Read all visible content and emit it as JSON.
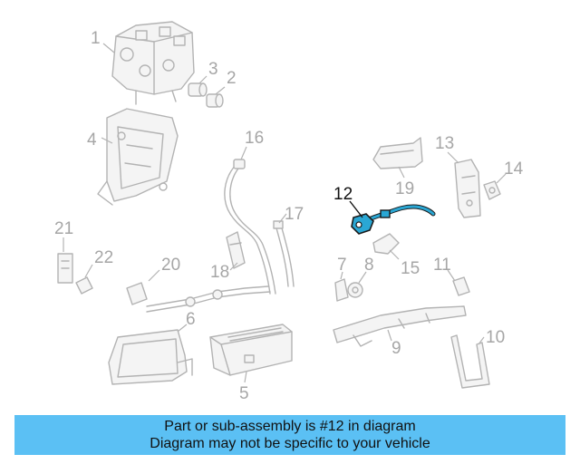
{
  "diagram": {
    "callouts": [
      "1",
      "2",
      "3",
      "4",
      "5",
      "6",
      "7",
      "8",
      "9",
      "10",
      "11",
      "12",
      "13",
      "14",
      "15",
      "16",
      "17",
      "18",
      "19",
      "20",
      "21",
      "22"
    ],
    "highlighted": "12",
    "highlight_color": "#2aa7d4"
  },
  "banner": {
    "line1": "Part or sub-assembly is #12 in diagram",
    "line2": "Diagram may not be specific to your vehicle",
    "color": "#5bc0f4"
  }
}
